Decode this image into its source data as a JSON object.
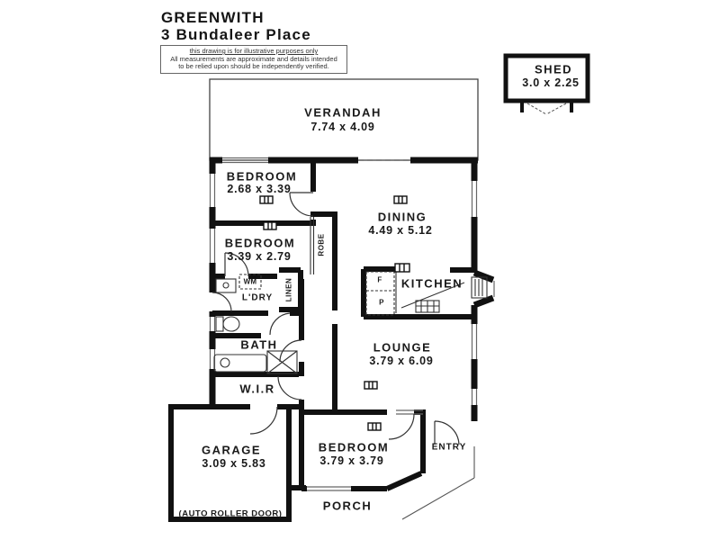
{
  "header": {
    "suburb": "GREENWITH",
    "address": "3 Bundaleer Place"
  },
  "disclaimer": {
    "line1": "this drawing is for illustrative purposes only",
    "line2": "All measurements are approximate and details intended",
    "line3": "to be relied upon should be independently verified."
  },
  "rooms": {
    "shed": {
      "name": "SHED",
      "dims": "3.0 x 2.25"
    },
    "verandah": {
      "name": "VERANDAH",
      "dims": "7.74 x 4.09"
    },
    "bedroom1": {
      "name": "BEDROOM",
      "dims": "2.68 x 3.39"
    },
    "bedroom2": {
      "name": "BEDROOM",
      "dims": "3.39 x 2.79"
    },
    "dining": {
      "name": "DINING",
      "dims": "4.49 x 5.12"
    },
    "kitchen": {
      "name": "KITCHEN"
    },
    "laundry": {
      "name": "L'DRY"
    },
    "bath": {
      "name": "BATH"
    },
    "wir": {
      "name": "W.I.R"
    },
    "lounge": {
      "name": "LOUNGE",
      "dims": "3.79 x 6.09"
    },
    "bedroom3": {
      "name": "BEDROOM",
      "dims": "3.79 x 3.79"
    },
    "garage": {
      "name": "GARAGE",
      "dims": "3.09 x 5.83",
      "note": "(AUTO ROLLER DOOR)"
    },
    "entry": {
      "name": "ENTRY"
    },
    "porch": {
      "name": "PORCH"
    }
  },
  "closets": {
    "robe": "ROBE",
    "linen": "LINEN"
  },
  "appliances": {
    "washing_machine": "WM",
    "fridge": "F",
    "pantry": "P"
  },
  "colors": {
    "wall": "#111111",
    "thin_line": "#333333",
    "background": "#ffffff"
  }
}
